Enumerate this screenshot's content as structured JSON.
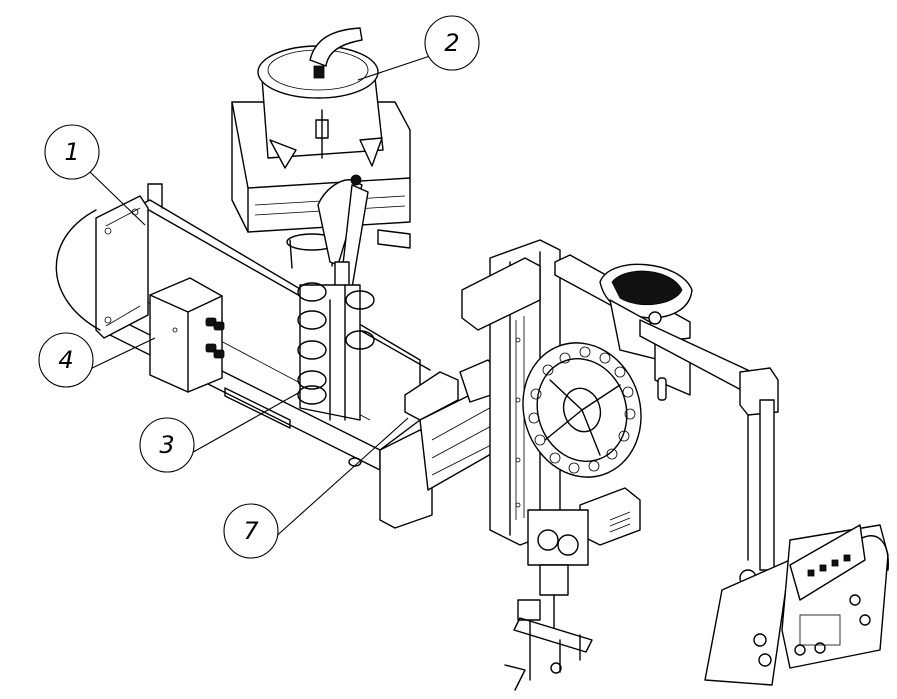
{
  "callouts": [
    {
      "id": "1",
      "label": "1"
    },
    {
      "id": "2",
      "label": "2"
    },
    {
      "id": "3",
      "label": "3"
    },
    {
      "id": "4",
      "label": "4"
    },
    {
      "id": "7",
      "label": "7"
    }
  ]
}
